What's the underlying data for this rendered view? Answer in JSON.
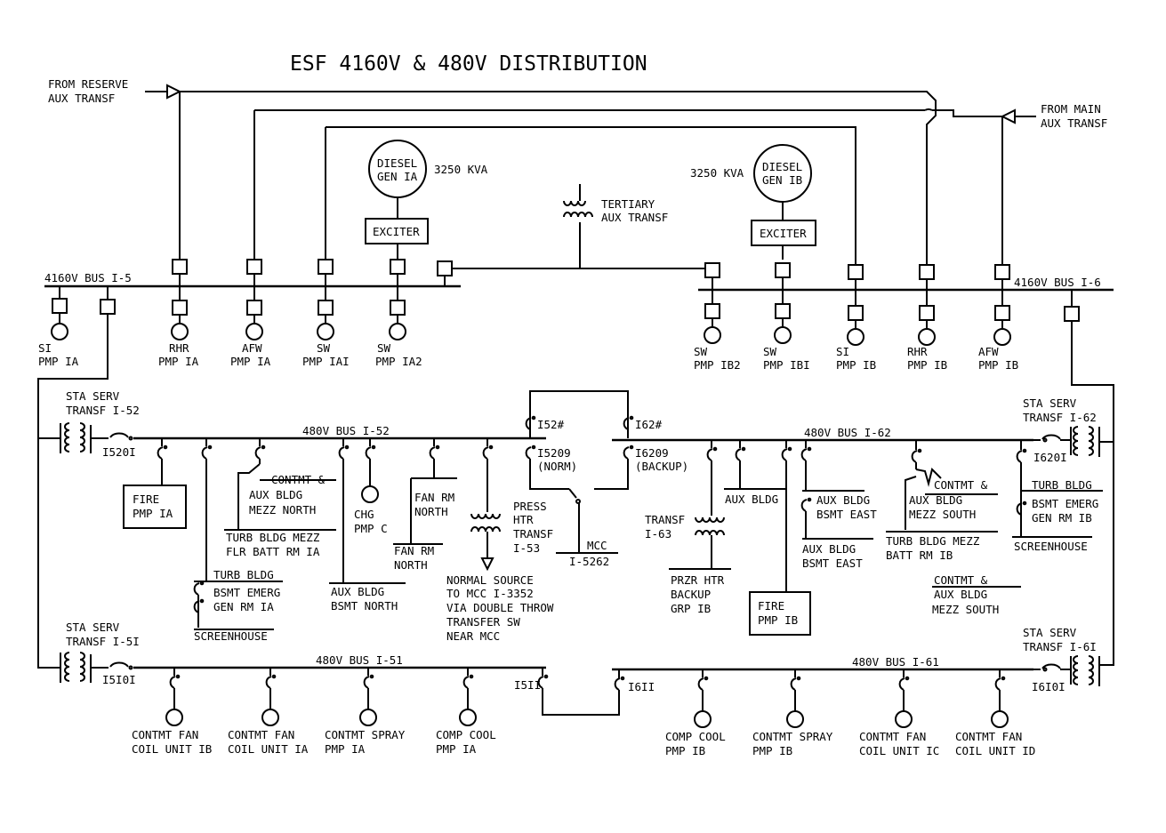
{
  "title": "ESF 4160V & 480V DISTRIBUTION",
  "sources": {
    "reserve": [
      "FROM RESERVE",
      "AUX TRANSF"
    ],
    "main": [
      "FROM MAIN",
      "AUX TRANSF"
    ]
  },
  "diesel_a": {
    "label": [
      "DIESEL",
      "GEN IA"
    ],
    "rating": "3250 KVA",
    "exciter": "EXCITER"
  },
  "diesel_b": {
    "label": [
      "DIESEL",
      "GEN IB"
    ],
    "rating": "3250 KVA",
    "exciter": "EXCITER"
  },
  "tertiary": [
    "TERTIARY",
    "AUX TRANSF"
  ],
  "buses": {
    "bus15": "4160V BUS I-5",
    "bus16": "4160V BUS I-6",
    "bus152": "480V BUS I-52",
    "bus162": "480V BUS I-62",
    "bus151": "480V BUS I-51",
    "bus161": "480V BUS I-61"
  },
  "loads_4160_a": [
    [
      "SI",
      "PMP IA"
    ],
    [
      "RHR",
      "PMP IA"
    ],
    [
      "AFW",
      "PMP IA"
    ],
    [
      "SW",
      "PMP IAI"
    ],
    [
      "SW",
      "PMP IA2"
    ]
  ],
  "loads_4160_b": [
    [
      "SW",
      "PMP IB2"
    ],
    [
      "SW",
      "PMP IBI"
    ],
    [
      "SI",
      "PMP IB"
    ],
    [
      "RHR",
      "PMP IB"
    ],
    [
      "AFW",
      "PMP IB"
    ]
  ],
  "sta_serv": {
    "t152": [
      "STA SERV",
      "TRANSF I-52"
    ],
    "t162": [
      "STA SERV",
      "TRANSF I-62"
    ],
    "t151": [
      "STA SERV",
      "TRANSF I-5I"
    ],
    "t161": [
      "STA SERV",
      "TRANSF I-6I"
    ]
  },
  "breakers": {
    "b15201": "I520I",
    "b152n": "I52#",
    "b15209": [
      "I5209",
      "(NORM)"
    ],
    "b162n": "I62#",
    "b16209": [
      "I6209",
      "(BACKUP)"
    ],
    "b16201": "I620I",
    "b15101": "I5I0I",
    "b1511": "I5II",
    "b1611": "I6II",
    "b16101": "I6I0I"
  },
  "bus52_loads": {
    "fire_a": [
      "FIRE",
      "PMP IA"
    ],
    "contmt_aux_north": [
      "CONTMT &",
      "AUX BLDG",
      "MEZZ NORTH"
    ],
    "turb_mezz": [
      "TURB BLDG MEZZ",
      "FLR BATT RM IA"
    ],
    "turb_bsmt_a": [
      "TURB BLDG",
      "BSMT EMERG",
      "GEN RM IA"
    ],
    "screenhouse_a": "SCREENHOUSE",
    "aux_north": [
      "AUX BLDG",
      "BSMT NORTH"
    ],
    "chg": [
      "CHG",
      "PMP C"
    ],
    "fan_north_1": [
      "FAN RM",
      "NORTH"
    ],
    "fan_north_2": [
      "FAN RM",
      "NORTH"
    ],
    "press_htr": [
      "PRESS",
      "HTR",
      "TRANSF",
      "I-53"
    ],
    "mcc": [
      "MCC",
      "I-5262"
    ],
    "normal_src": [
      "NORMAL SOURCE",
      "TO MCC I-3352",
      "VIA DOUBLE THROW",
      "TRANSFER SW",
      "NEAR MCC"
    ]
  },
  "bus62_loads": {
    "transf63": [
      "TRANSF",
      "I-63"
    ],
    "przr": [
      "PRZR HTR",
      "BACKUP",
      "GRP IB"
    ],
    "aux_bldg": "AUX BLDG",
    "aux_east_1": [
      "AUX BLDG",
      "BSMT EAST"
    ],
    "aux_east_2": [
      "AUX BLDG",
      "BSMT EAST"
    ],
    "fire_b": [
      "FIRE",
      "PMP IB"
    ],
    "contmt_aux_south_1": [
      "CONTMT &",
      "AUX BLDG",
      "MEZZ SOUTH"
    ],
    "turb_mezz_b": [
      "TURB BLDG MEZZ",
      "BATT RM IB"
    ],
    "contmt_aux_south_2": [
      "CONTMT &",
      "AUX BLDG",
      "MEZZ SOUTH"
    ],
    "turb_bsmt_b": [
      "TURB BLDG",
      "BSMT EMERG",
      "GEN RM IB"
    ],
    "screenhouse_b": "SCREENHOUSE"
  },
  "bus51_loads": [
    [
      "CONTMT FAN",
      "COIL UNIT IB"
    ],
    [
      "CONTMT FAN",
      "COIL UNIT IA"
    ],
    [
      "CONTMT SPRAY",
      "PMP IA"
    ],
    [
      "COMP COOL",
      "PMP IA"
    ]
  ],
  "bus61_loads": [
    [
      "COMP COOL",
      "PMP IB"
    ],
    [
      "CONTMT SPRAY",
      "PMP IB"
    ],
    [
      "CONTMT FAN",
      "COIL UNIT IC"
    ],
    [
      "CONTMT FAN",
      "COIL UNIT ID"
    ]
  ]
}
